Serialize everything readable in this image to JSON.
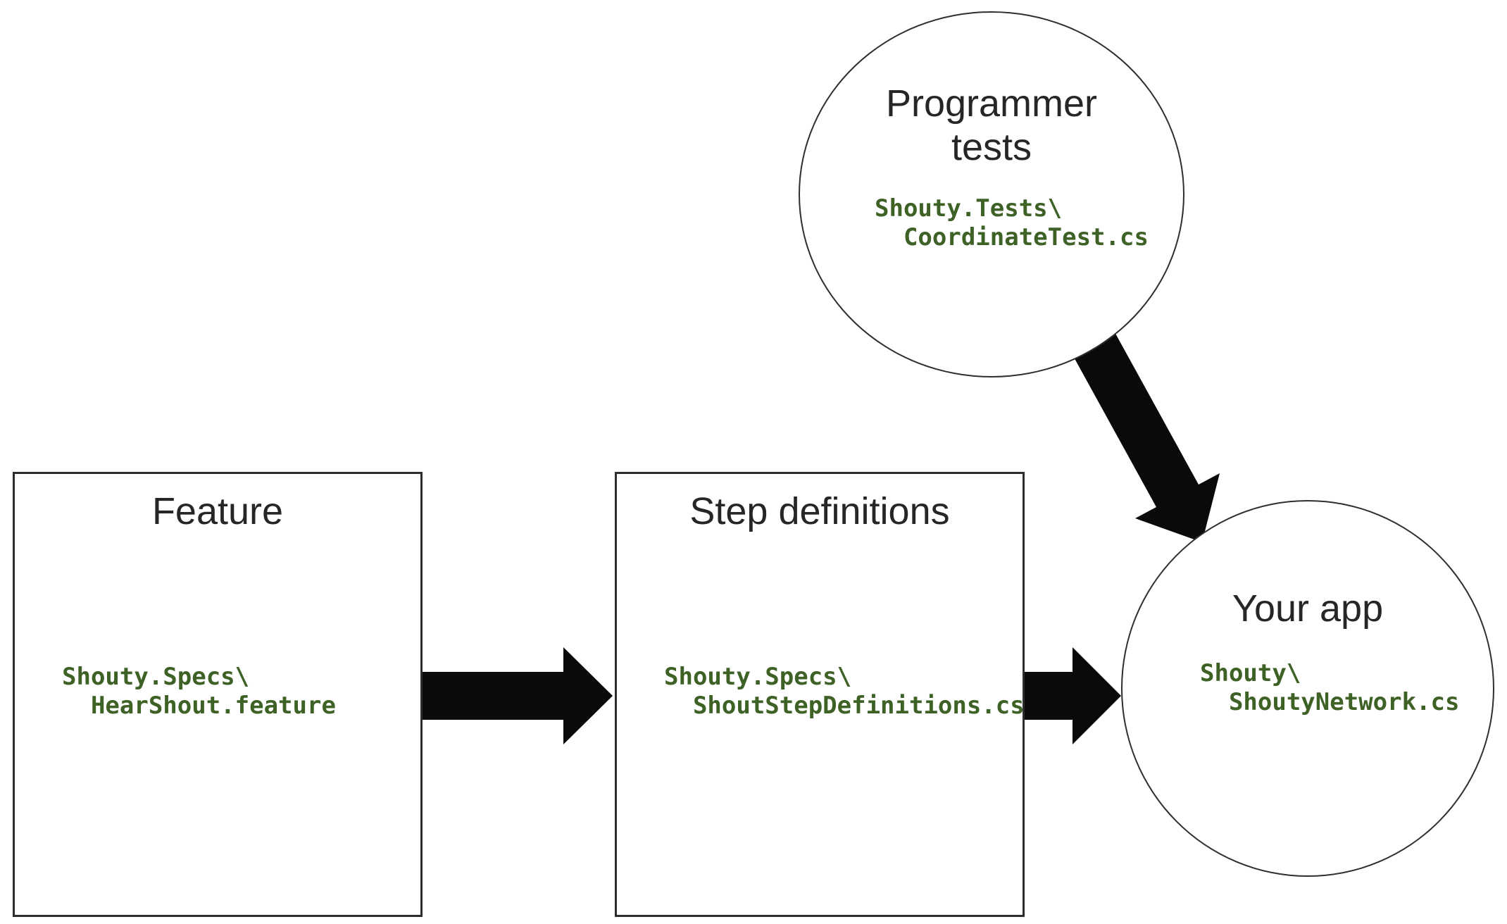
{
  "diagram": {
    "type": "flow-diagram",
    "colors": {
      "background": "#ffffff",
      "code_green": "#3e6126",
      "shape_outline": "#2d2d2d",
      "arrow_black": "#0a0a0a"
    },
    "nodes": {
      "feature": {
        "shape": "rectangle",
        "title": "Feature",
        "file_path": "Shouty.Specs\\\n  HearShout.feature"
      },
      "step_definitions": {
        "shape": "rectangle",
        "title": "Step definitions",
        "file_path": "Shouty.Specs\\\n  ShoutStepDefinitions.cs"
      },
      "programmer_tests": {
        "shape": "circle",
        "title": "Programmer\ntests",
        "file_path": "Shouty.Tests\\\n  CoordinateTest.cs"
      },
      "your_app": {
        "shape": "circle",
        "title": "Your app",
        "file_path": "Shouty\\\n  ShoutyNetwork.cs"
      }
    },
    "edges": [
      {
        "from": "Feature",
        "to": "Step definitions",
        "style": "thick-black-arrow",
        "direction": "right"
      },
      {
        "from": "Step definitions",
        "to": "Your app",
        "style": "thick-black-arrow",
        "direction": "right"
      },
      {
        "from": "Programmer tests",
        "to": "Your app",
        "style": "thick-black-arrow",
        "direction": "down-right"
      }
    ]
  }
}
